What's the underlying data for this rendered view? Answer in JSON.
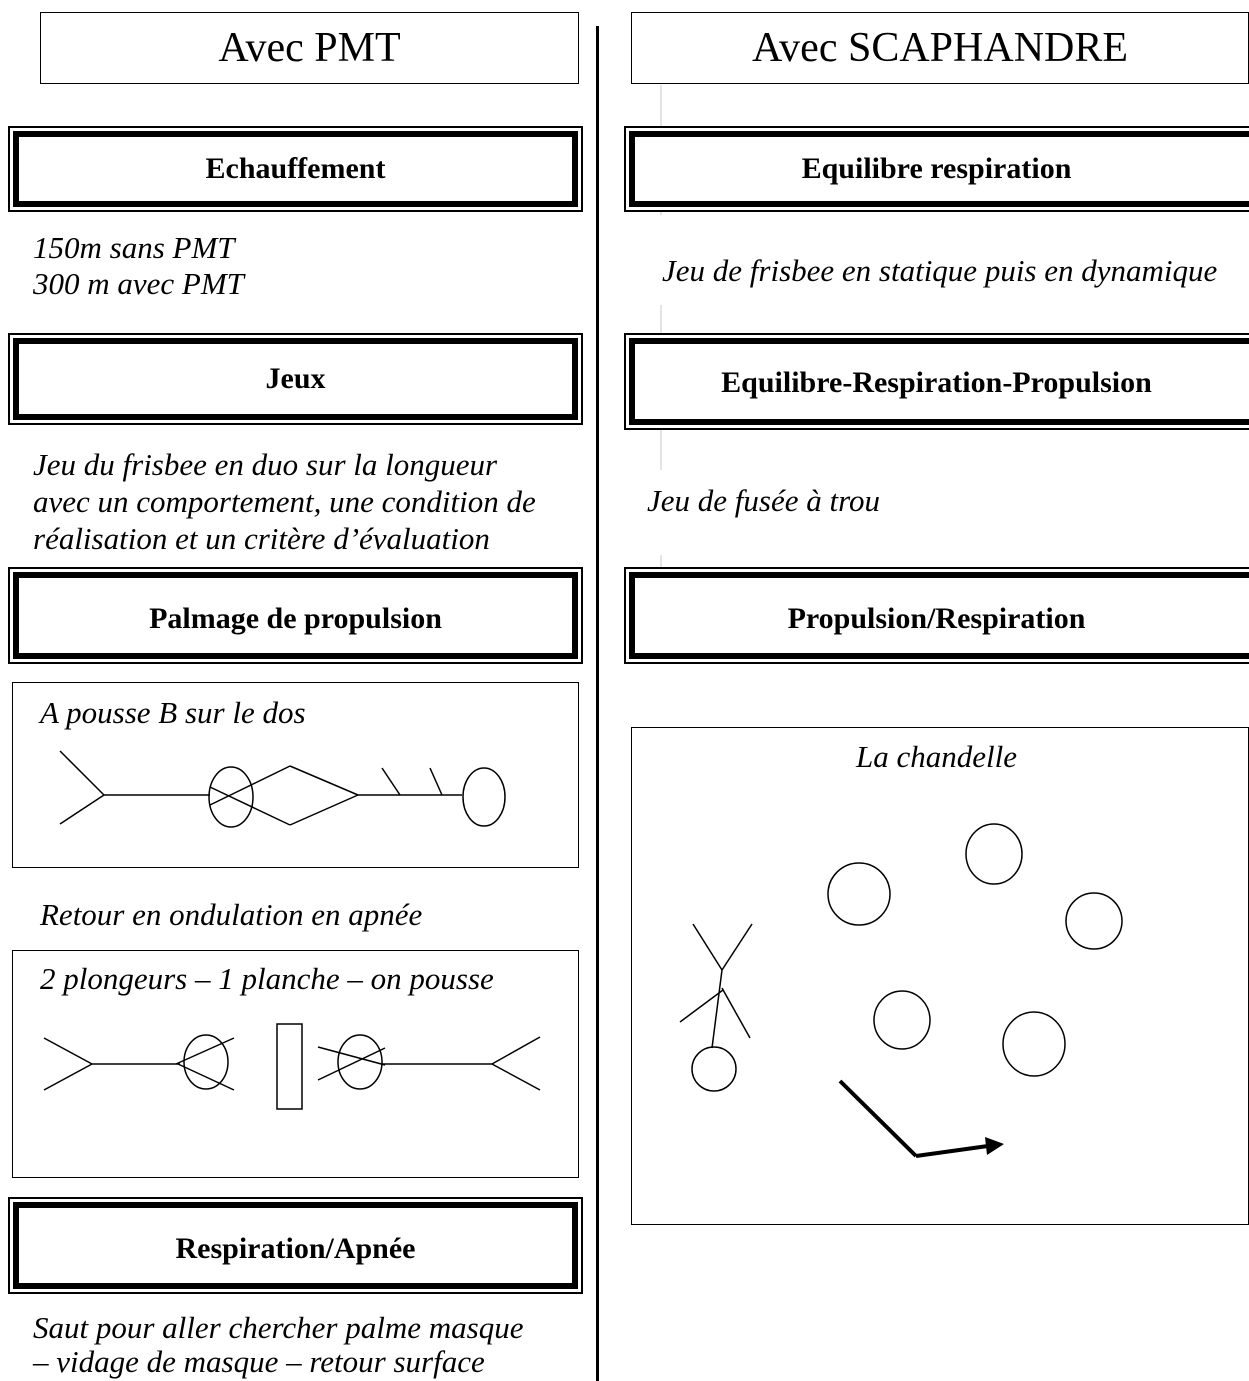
{
  "left_column": {
    "title": "Avec PMT",
    "sections": {
      "echauffement": "Echauffement",
      "echauffement_lines": [
        "150m sans PMT",
        "300 m avec PMT"
      ],
      "jeux": "Jeux",
      "jeux_lines": [
        "Jeu du frisbee en duo sur la longueur",
        "avec un comportement, une condition de",
        "réalisation et un critère d’évaluation"
      ],
      "palmage": "Palmage de propulsion",
      "diagram1_caption": "A pousse B sur le dos",
      "retour": "Retour en ondulation en apnée",
      "diagram2_caption": "2 plongeurs – 1 planche – on pousse",
      "respiration": "Respiration/Apnée",
      "respiration_lines": [
        "Saut pour aller chercher palme masque",
        "– vidage de masque – retour surface"
      ]
    }
  },
  "right_column": {
    "title": "Avec SCAPHANDRE",
    "sections": {
      "equilibre": "Equilibre respiration",
      "equilibre_text": "Jeu de frisbee en statique puis en dynamique",
      "erp": "Equilibre-Respiration-Propulsion",
      "erp_text": "Jeu de fusée à trou",
      "propulsion": "Propulsion/Respiration",
      "chandelle_caption": "La chandelle"
    }
  }
}
